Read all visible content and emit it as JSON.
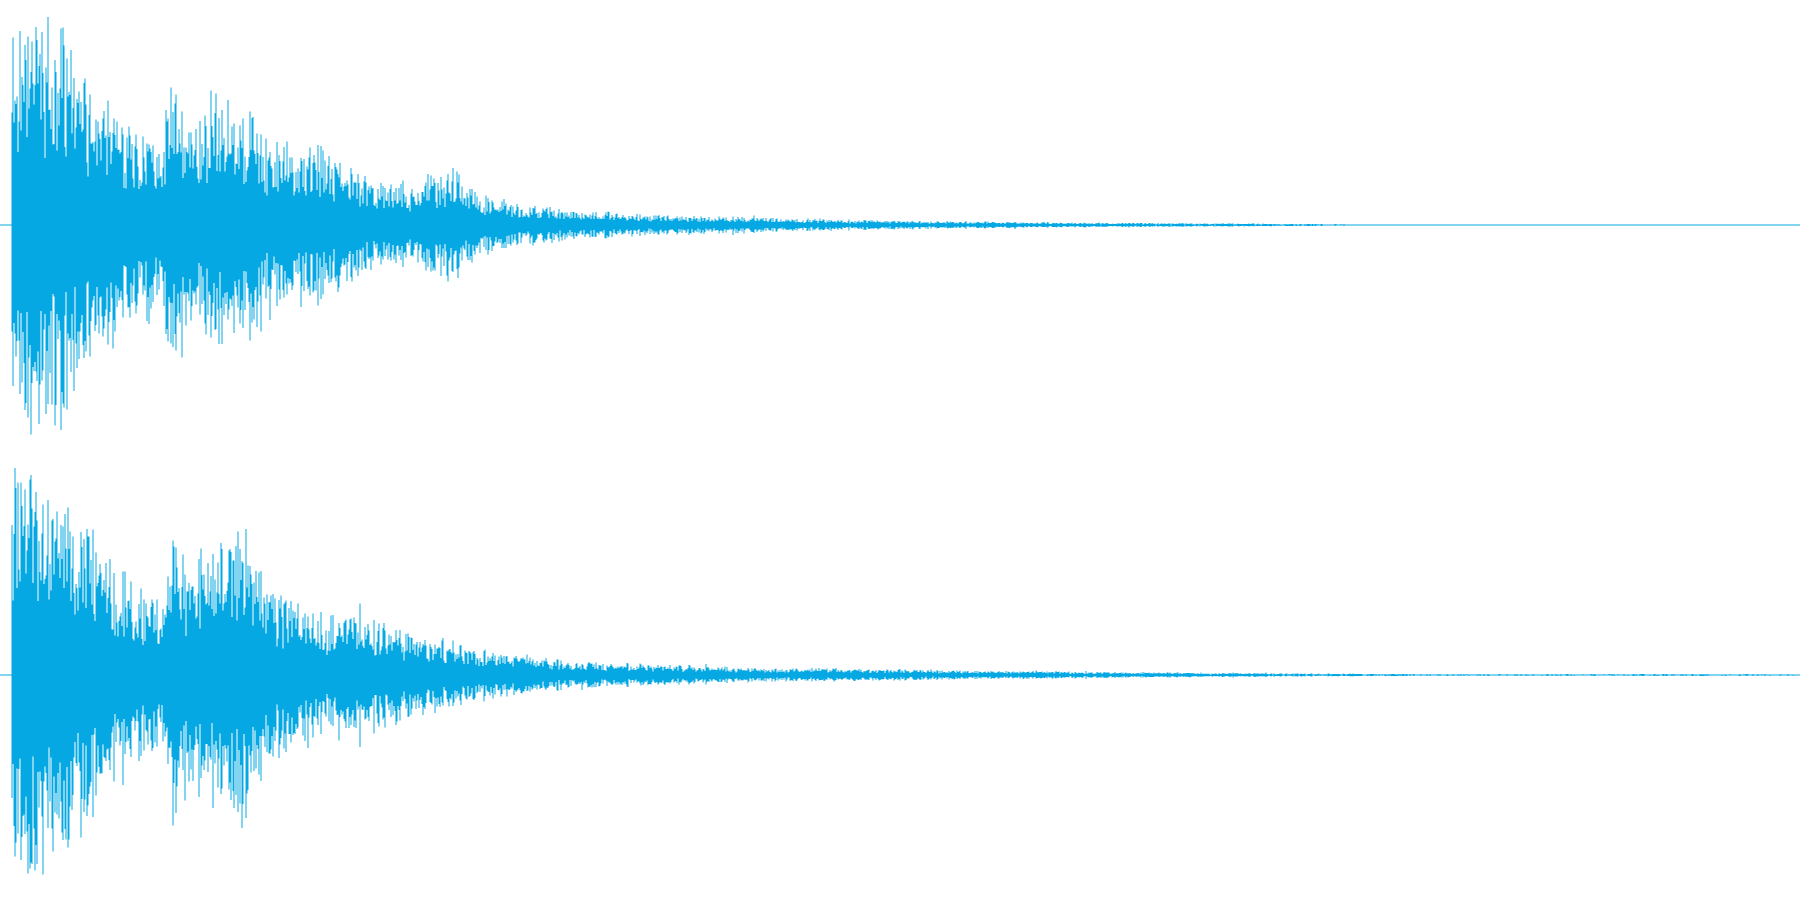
{
  "waveform": {
    "color": "#05a8e3",
    "background": "#ffffff",
    "channels": [
      {
        "channel": "left",
        "envelope": [
          [
            0.0,
            1.0
          ],
          [
            0.006,
            0.98
          ],
          [
            0.012,
            0.95
          ],
          [
            0.018,
            0.92
          ],
          [
            0.026,
            0.86
          ],
          [
            0.034,
            0.74
          ],
          [
            0.042,
            0.62
          ],
          [
            0.052,
            0.55
          ],
          [
            0.062,
            0.5
          ],
          [
            0.072,
            0.42
          ],
          [
            0.082,
            0.38
          ],
          [
            0.092,
            0.75
          ],
          [
            0.098,
            0.48
          ],
          [
            0.11,
            0.53
          ],
          [
            0.12,
            0.6
          ],
          [
            0.132,
            0.5
          ],
          [
            0.145,
            0.38
          ],
          [
            0.16,
            0.35
          ],
          [
            0.175,
            0.33
          ],
          [
            0.19,
            0.26
          ],
          [
            0.205,
            0.21
          ],
          [
            0.22,
            0.18
          ],
          [
            0.235,
            0.22
          ],
          [
            0.248,
            0.24
          ],
          [
            0.26,
            0.14
          ],
          [
            0.28,
            0.1
          ],
          [
            0.3,
            0.075
          ],
          [
            0.32,
            0.065
          ],
          [
            0.34,
            0.052
          ],
          [
            0.36,
            0.046
          ],
          [
            0.38,
            0.04
          ],
          [
            0.4,
            0.036
          ],
          [
            0.42,
            0.034
          ],
          [
            0.44,
            0.03
          ],
          [
            0.46,
            0.024
          ],
          [
            0.48,
            0.021
          ],
          [
            0.5,
            0.019
          ],
          [
            0.52,
            0.017
          ],
          [
            0.54,
            0.016
          ],
          [
            0.56,
            0.014
          ],
          [
            0.58,
            0.012
          ],
          [
            0.6,
            0.011
          ],
          [
            0.62,
            0.01
          ],
          [
            0.64,
            0.009
          ],
          [
            0.66,
            0.008
          ],
          [
            0.68,
            0.007
          ],
          [
            0.7,
            0.006
          ],
          [
            0.72,
            0.005
          ],
          [
            0.74,
            0.004
          ],
          [
            0.75,
            0.003
          ],
          [
            0.76,
            0.0
          ],
          [
            1.0,
            0.0
          ]
        ]
      },
      {
        "channel": "right",
        "envelope": [
          [
            0.0,
            0.97
          ],
          [
            0.006,
            0.95
          ],
          [
            0.012,
            0.96
          ],
          [
            0.018,
            0.93
          ],
          [
            0.026,
            0.84
          ],
          [
            0.034,
            0.7
          ],
          [
            0.042,
            0.66
          ],
          [
            0.052,
            0.62
          ],
          [
            0.062,
            0.48
          ],
          [
            0.072,
            0.36
          ],
          [
            0.082,
            0.34
          ],
          [
            0.092,
            0.66
          ],
          [
            0.098,
            0.5
          ],
          [
            0.112,
            0.58
          ],
          [
            0.12,
            0.66
          ],
          [
            0.132,
            0.64
          ],
          [
            0.145,
            0.4
          ],
          [
            0.16,
            0.32
          ],
          [
            0.175,
            0.26
          ],
          [
            0.19,
            0.3
          ],
          [
            0.205,
            0.24
          ],
          [
            0.22,
            0.2
          ],
          [
            0.235,
            0.16
          ],
          [
            0.248,
            0.15
          ],
          [
            0.262,
            0.11
          ],
          [
            0.28,
            0.09
          ],
          [
            0.3,
            0.075
          ],
          [
            0.32,
            0.06
          ],
          [
            0.34,
            0.052
          ],
          [
            0.36,
            0.046
          ],
          [
            0.38,
            0.04
          ],
          [
            0.4,
            0.035
          ],
          [
            0.42,
            0.032
          ],
          [
            0.44,
            0.03
          ],
          [
            0.46,
            0.028
          ],
          [
            0.48,
            0.026
          ],
          [
            0.5,
            0.024
          ],
          [
            0.52,
            0.022
          ],
          [
            0.54,
            0.02
          ],
          [
            0.56,
            0.018
          ],
          [
            0.58,
            0.016
          ],
          [
            0.6,
            0.014
          ],
          [
            0.62,
            0.012
          ],
          [
            0.64,
            0.011
          ],
          [
            0.66,
            0.01
          ],
          [
            0.68,
            0.009
          ],
          [
            0.7,
            0.008
          ],
          [
            0.72,
            0.007
          ],
          [
            0.74,
            0.006
          ],
          [
            0.76,
            0.005
          ],
          [
            0.8,
            0.004
          ],
          [
            0.9,
            0.004
          ],
          [
            1.0,
            0.004
          ]
        ]
      }
    ]
  }
}
